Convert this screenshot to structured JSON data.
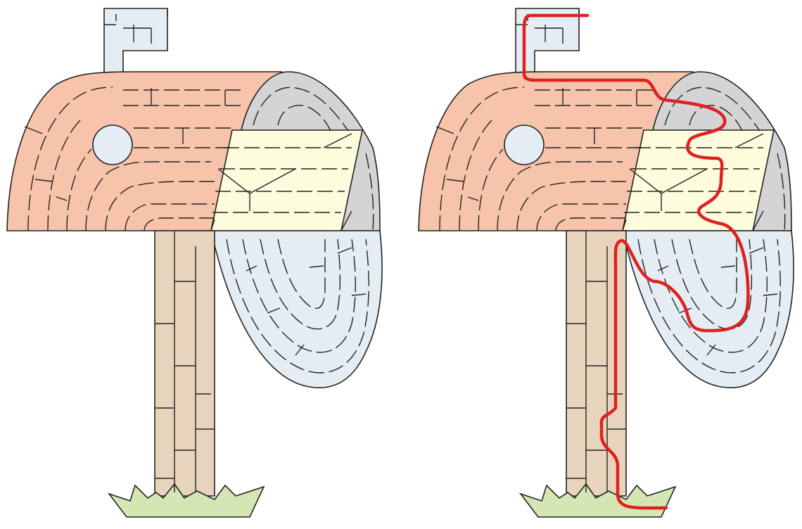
{
  "puzzle": {
    "type": "maze",
    "subject": "mailbox",
    "panels": [
      {
        "id": "unsolved",
        "shows_solution": false
      },
      {
        "id": "solved",
        "shows_solution": true
      }
    ]
  },
  "colors": {
    "box_front": "#f7c4ab",
    "box_door_top": "#d4d4d4",
    "envelope": "#fefcdc",
    "door_open": "#e4edf3",
    "flag": "#e4edf3",
    "post": "#e8d4bc",
    "grass": "#d4e6b3",
    "solution_path": "#e02020",
    "line": "#222222"
  }
}
